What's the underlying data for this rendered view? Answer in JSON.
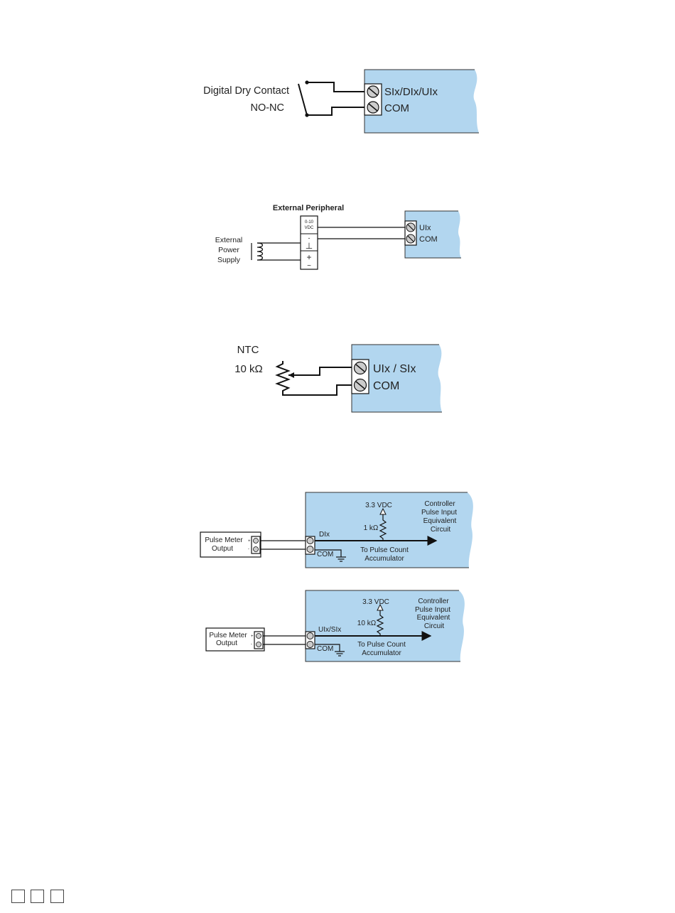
{
  "colors": {
    "controller_panel": "#b2d6ef",
    "wire": "#111111",
    "terminal_fill": "#cccccc"
  },
  "diagram1": {
    "device_label_line1": "Digital Dry Contact",
    "device_label_line2": "NO-NC",
    "terminal_input": "SIx/DIx/UIx",
    "terminal_common": "COM"
  },
  "diagram2": {
    "peripheral_title": "External Peripheral",
    "peripheral_output_line1": "0-10",
    "peripheral_output_line2": "VDC",
    "ground_symbol": "⊥",
    "plus_symbol": "+",
    "tilde_symbol": "~",
    "minus_symbol": "-",
    "supply_line1": "External",
    "supply_line2": "Power",
    "supply_line3": "Supply",
    "terminal_input": "UIx",
    "terminal_common": "COM"
  },
  "diagram3": {
    "sensor_line1": "NTC",
    "sensor_line2": "10 kΩ",
    "terminal_input": "UIx / SIx",
    "terminal_common": "COM"
  },
  "diagram4": {
    "meter_line1": "Pulse Meter",
    "meter_line2": "Output",
    "plus_sign": "+",
    "minus_sign": "-",
    "supply_voltage": "3.3 VDC",
    "resistor": "1 kΩ",
    "terminal_input": "DIx",
    "terminal_common": "COM",
    "destination_line1": "To Pulse Count",
    "destination_line2": "Accumulator",
    "circuit_line1": "Controller",
    "circuit_line2": "Pulse Input",
    "circuit_line3": "Equivalent",
    "circuit_line4": "Circuit"
  },
  "diagram5": {
    "meter_line1": "Pulse Meter",
    "meter_line2": "Output",
    "plus_sign": "+",
    "minus_sign": "-",
    "supply_voltage": "3.3 VDC",
    "resistor": "10 kΩ",
    "terminal_input": "UIx/SIx",
    "terminal_common": "COM",
    "destination_line1": "To Pulse Count",
    "destination_line2": "Accumulator",
    "circuit_line1": "Controller",
    "circuit_line2": "Pulse Input",
    "circuit_line3": "Equivalent",
    "circuit_line4": "Circuit"
  },
  "footer": {
    "page_boxes": [
      "",
      "",
      ""
    ]
  }
}
